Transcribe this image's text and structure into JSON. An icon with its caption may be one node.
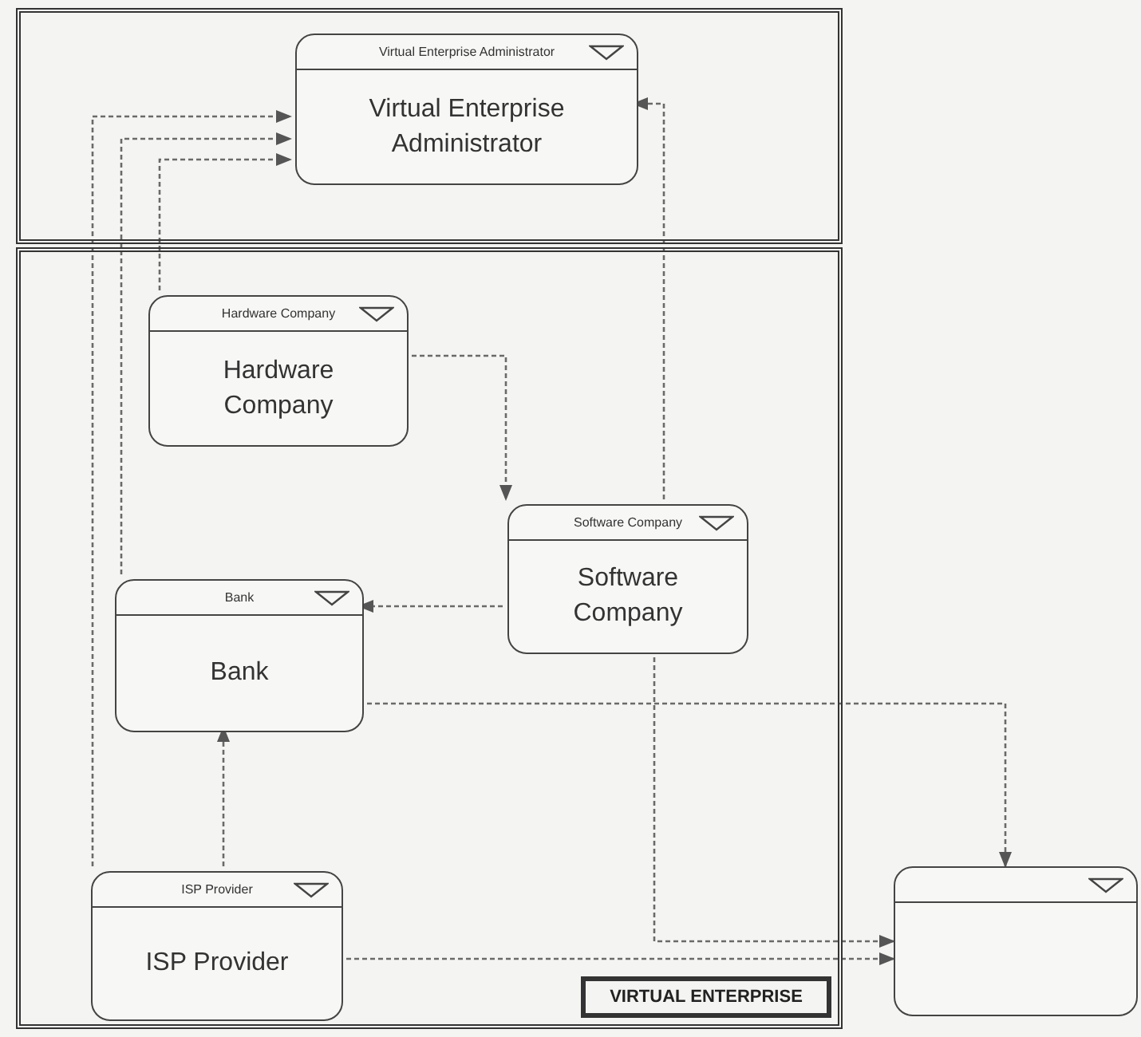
{
  "diagram": {
    "nodes": [
      {
        "text": [],
        "shape": "box"
      },
      {
        "text": [
          "Virtual Enterprise Administrator",
          "Virtual Enterprise Administrator"
        ],
        "in": 0
      },
      {
        "text": [
          "VIRTUAL ENTERPRISE"
        ]
      },
      {
        "text": [
          "Hardware Company",
          "Hardware Company"
        ],
        "in": 2
      },
      {
        "text": [
          "Software Company",
          "Software Company"
        ],
        "in": 2
      },
      {
        "text": [
          "Bank",
          "Bank"
        ],
        "in": 2
      },
      {
        "text": [
          "ISP Provider",
          "ISP Provider"
        ],
        "in": 2
      },
      {
        "text": [],
        "shape": "box"
      }
    ],
    "edges": [
      {
        "from": 6,
        "to": 1,
        "arrow": "to"
      },
      {
        "from": 5,
        "to": 1,
        "arrow": "to"
      },
      {
        "from": 3,
        "to": 1,
        "arrow": "to"
      },
      {
        "from": 4,
        "to": 1,
        "arrow": "to"
      },
      {
        "from": 3,
        "to": 4,
        "arrow": "to"
      },
      {
        "from": 4,
        "to": 5,
        "arrow": "to"
      },
      {
        "from": 6,
        "to": 5,
        "arrow": "to"
      },
      {
        "from": 5,
        "to": 7,
        "arrow": "to"
      },
      {
        "from": 4,
        "to": 7,
        "arrow": "to"
      },
      {
        "from": 6,
        "to": 7,
        "arrow": "to"
      }
    ]
  }
}
